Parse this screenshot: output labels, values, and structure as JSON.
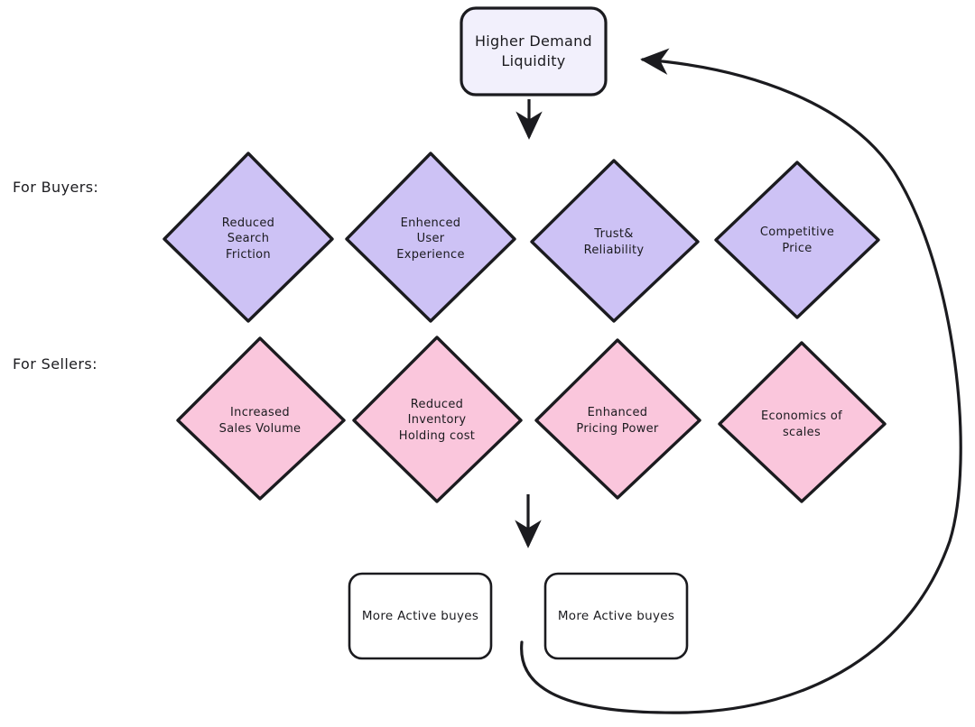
{
  "diagram": {
    "title_node": {
      "label": "Higher Demand\nLiquidity",
      "shape": "rounded-rect",
      "fill": "#f2f0fc",
      "stroke": "#1b1b1f"
    },
    "row_labels": {
      "buyers": "For Buyers:",
      "sellers": "For Sellers:"
    },
    "colors": {
      "buyer_fill": "#cdc2f5",
      "seller_fill": "#fac6dc",
      "stroke": "#1b1b1f",
      "background": "#ffffff",
      "text": "#1b1b1f"
    },
    "buyer_nodes": [
      {
        "label": "Reduced\nSearch\nFriction"
      },
      {
        "label": "Enhenced\nUser\nExperience"
      },
      {
        "label": "Trust&\nReliability"
      },
      {
        "label": "Competitive\nPrice"
      }
    ],
    "seller_nodes": [
      {
        "label": "Increased\nSales Volume"
      },
      {
        "label": "Reduced\nInventory\nHolding cost"
      },
      {
        "label": "Enhanced\nPricing Power"
      },
      {
        "label": "Economics of\nscales"
      }
    ],
    "outcome_nodes": [
      {
        "label": "More Active buyes"
      },
      {
        "label": "More Active buyes"
      }
    ],
    "connectors": [
      {
        "name": "top-to-buyers-arrow",
        "type": "arrow-down"
      },
      {
        "name": "sellers-to-outcome-arrow",
        "type": "arrow-down"
      },
      {
        "name": "feedback-loop-arrow",
        "type": "curved-arrow-left"
      }
    ]
  }
}
